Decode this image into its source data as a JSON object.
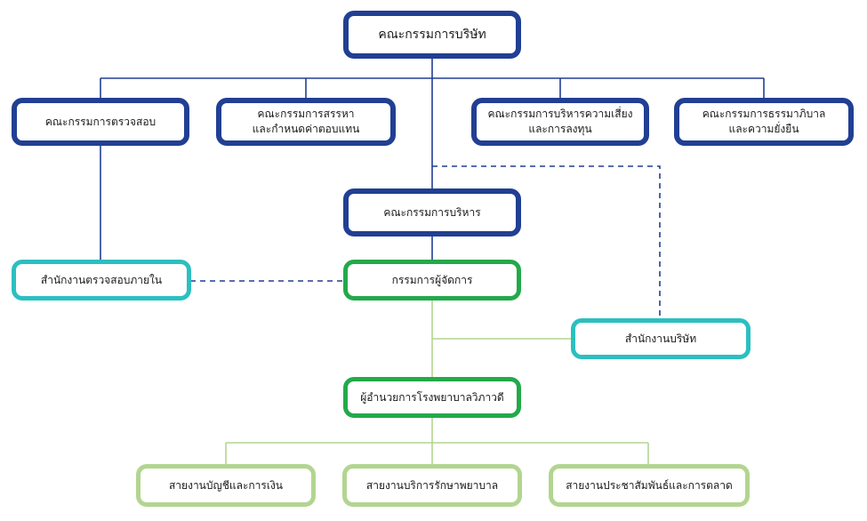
{
  "board": {
    "label": "คณะกรรมการบริษัท"
  },
  "committees": {
    "audit": {
      "label": "คณะกรรมการตรวจสอบ"
    },
    "nomination": {
      "line1": "คณะกรรมการสรรหา",
      "line2": "และกำหนดค่าตอบแทน"
    },
    "risk": {
      "line1": "คณะกรรมการบริหารความเสี่ยง",
      "line2": "และการลงทุน"
    },
    "governance": {
      "line1": "คณะกรรมการธรรมาภิบาล",
      "line2": "และความยั่งยืน"
    }
  },
  "executive_committee": {
    "label": "คณะกรรมการบริหาร"
  },
  "internal_audit_office": {
    "label": "สำนักงานตรวจสอบภายใน"
  },
  "managing_director": {
    "label": "กรรมการผู้จัดการ"
  },
  "company_office": {
    "label": "สำนักงานบริษัท"
  },
  "hospital_director": {
    "label": "ผู้อำนวยการโรงพยาบาลวิภาวดี"
  },
  "departments": {
    "accounting": {
      "label": "สายงานบัญชีและการเงิน"
    },
    "nursing": {
      "label": "สายงานบริการรักษาพยาบาล"
    },
    "pr_marketing": {
      "label": "สายงานประชาสัมพันธ์และการตลาด"
    }
  },
  "colors": {
    "navy": "#213f93",
    "dark_green": "#23a94a",
    "teal": "#2cbfc0",
    "light_green": "#b2d590"
  }
}
